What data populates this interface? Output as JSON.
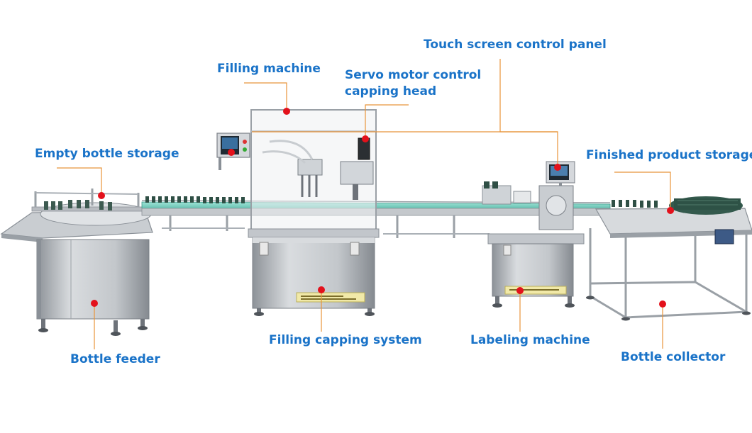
{
  "colors": {
    "label": "#1a73c8",
    "leader_line": "#e8943a",
    "marker": "#e3111b",
    "steel_light": "#d6d9dd",
    "steel_mid": "#aeb3b9",
    "steel_dark": "#7b8087",
    "conveyor": "#7ad3c4",
    "bottle": "#2f4f45",
    "screen": "#1f2a33"
  },
  "labels": {
    "touch_screen": "Touch screen control panel",
    "filling_machine": "Filling machine",
    "servo_capping": "Servo motor control\ncapping head",
    "empty_bottle_storage": "Empty bottle storage",
    "finished_product_storage": "Finished product storage",
    "filling_capping_system": "Filling capping system",
    "labeling_machine": "Labeling machine",
    "bottle_feeder": "Bottle feeder",
    "bottle_collector": "Bottle collector"
  },
  "icons": {
    "marker": "red-dot-marker",
    "plate_text_filling": "nameplate-filling",
    "plate_text_labeling": "nameplate-labeling"
  }
}
